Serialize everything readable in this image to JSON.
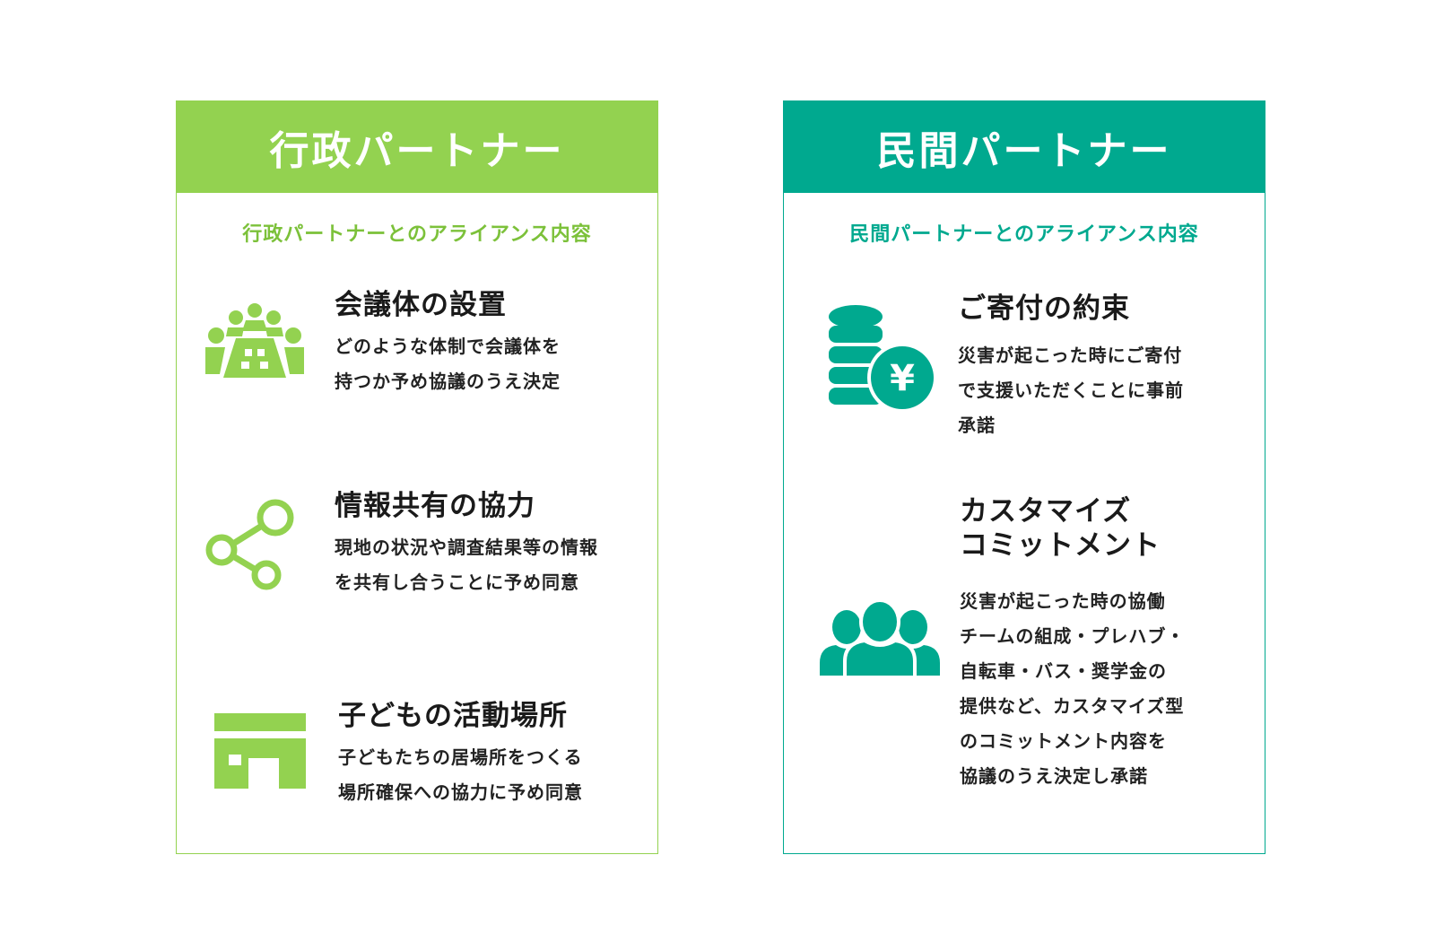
{
  "colors": {
    "government": "#93d250",
    "government_text": "#7cc13a",
    "private": "#00a98f"
  },
  "government": {
    "title": "行政パートナー",
    "subtitle": "行政パートナーとのアライアンス内容",
    "items": [
      {
        "icon": "meeting-table-icon",
        "heading": "会議体の設置",
        "desc": [
          "どのような体制で会議体を",
          "持つか予め協議のうえ決定"
        ]
      },
      {
        "icon": "share-icon",
        "heading": "情報共有の協力",
        "desc": [
          "現地の状況や調査結果等の情報",
          "を共有し合うことに予め同意"
        ]
      },
      {
        "icon": "building-icon",
        "heading": "子どもの活動場所",
        "desc": [
          "子どもたちの居場所をつくる",
          "場所確保への協力に予め同意"
        ]
      }
    ]
  },
  "private": {
    "title": "民間パートナー",
    "subtitle": "民間パートナーとのアライアンス内容",
    "items": [
      {
        "icon": "yen-coins-icon",
        "heading": [
          "ご寄付の約束"
        ],
        "desc": [
          "災害が起こった時にご寄付",
          "で支援いただくことに事前",
          "承諾"
        ]
      },
      {
        "icon": "people-group-icon",
        "heading": [
          "カスタマイズ",
          "コミットメント"
        ],
        "desc": [
          "災害が起こった時の協働",
          "チームの組成・プレハブ・",
          "自転車・バス・奨学金の",
          "提供など、カスタマイズ型",
          "のコミットメント内容を",
          "協議のうえ決定し承諾"
        ]
      }
    ]
  }
}
